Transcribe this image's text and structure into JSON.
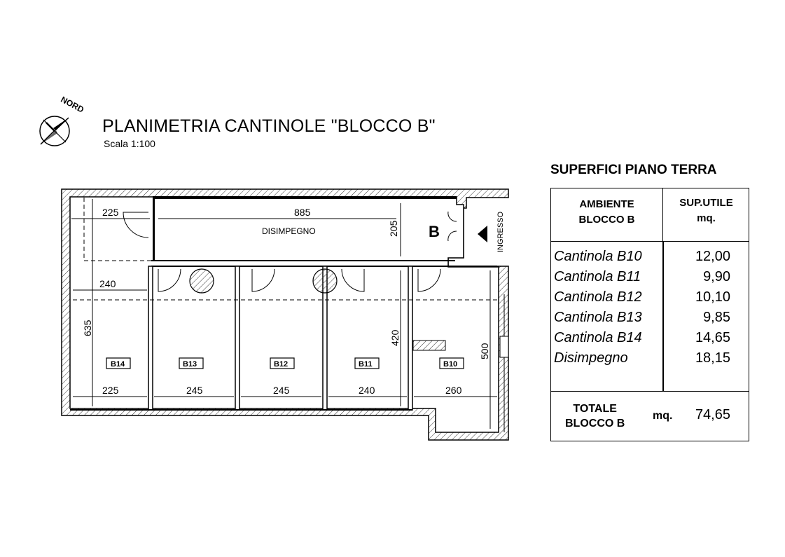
{
  "compass": {
    "label": "NORD",
    "icon": "north-arrow-icon"
  },
  "title": "PLANIMETRIA CANTINOLE \"BLOCCO B\"",
  "scale": "Scala  1:100",
  "plan": {
    "corridor_label": "DISIMPEGNO",
    "block_letter": "B",
    "entrance_label": "INGRESSO",
    "rooms": [
      "B14",
      "B13",
      "B12",
      "B11",
      "B10"
    ],
    "dims": {
      "top_left": "225",
      "corridor_length": "885",
      "corridor_depth": "205",
      "b14_depth_top": "240",
      "b14_height": "635",
      "cell_height": "420",
      "b10_height": "500",
      "b14_width": "225",
      "b13_width": "245",
      "b12_width": "245",
      "b11_width": "240",
      "b10_width": "260"
    }
  },
  "summary": {
    "title": "SUPERFICI PIANO TERRA",
    "header_ambiente": "AMBIENTE\nBLOCCO B",
    "header_sup": "SUP.UTILE\nmq.",
    "rows": [
      {
        "name": "Cantinola B10",
        "value": "12,00"
      },
      {
        "name": "Cantinola B11",
        "value": "9,90"
      },
      {
        "name": "Cantinola B12",
        "value": "10,10"
      },
      {
        "name": "Cantinola B13",
        "value": "9,85"
      },
      {
        "name": "Cantinola B14",
        "value": "14,65"
      },
      {
        "name": "Disimpegno",
        "value": "18,15"
      }
    ],
    "total_label": "TOTALE\nBLOCCO B",
    "total_unit": "mq.",
    "total_value": "74,65"
  }
}
